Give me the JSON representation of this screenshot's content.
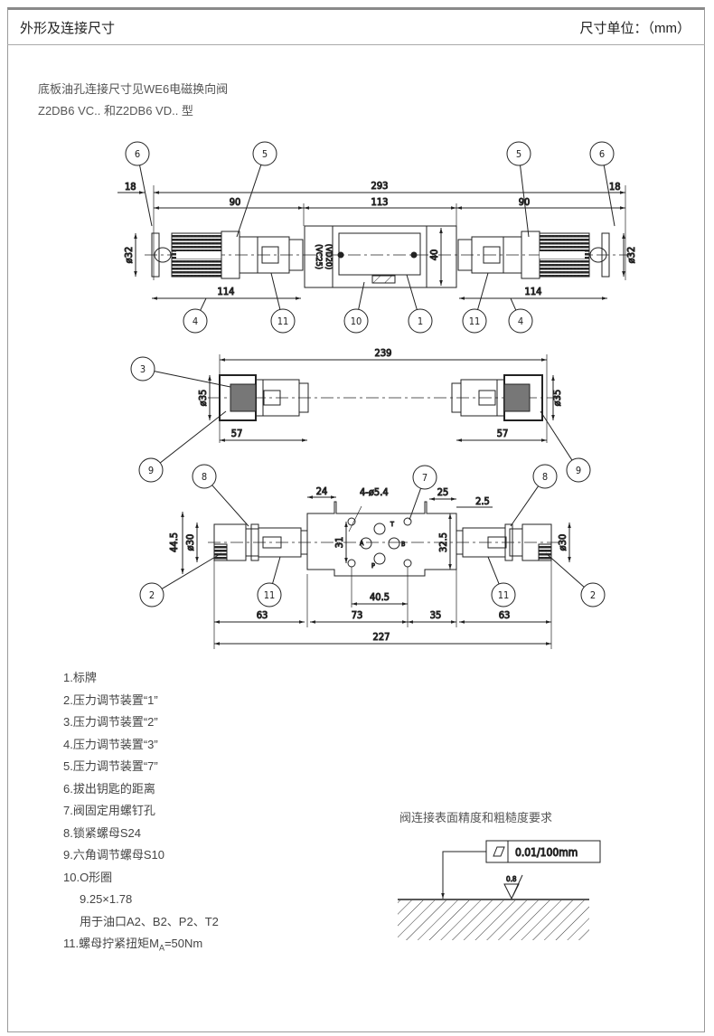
{
  "header": {
    "title": "外形及连接尺寸",
    "unit": "尺寸单位：（mm）"
  },
  "intro": {
    "line1": "底板油孔连接尺寸见WE6电磁换向阀",
    "line2": "Z2DB6 VC.. 和Z2DB6 VD.. 型"
  },
  "drawing": {
    "top_view": {
      "dims": {
        "d18_left": "18",
        "d18_right": "18",
        "d293": "293",
        "d90_left": "90",
        "d113": "113",
        "d90_right": "90",
        "d32_left": "ø32",
        "d32_right": "ø32",
        "d40": "40",
        "d114_left": "114",
        "d114_right": "114"
      },
      "markings": {
        "vc": "(VC25)",
        "vd": "(VD20)"
      }
    },
    "middle_view": {
      "dims": {
        "d239": "239",
        "d35_left": "ø35",
        "d35_right": "ø35",
        "d57_left": "57",
        "d57_right": "57"
      }
    },
    "bottom_view": {
      "dims": {
        "d24": "24",
        "holes": "4-ø5.4",
        "d25": "25",
        "d2_5": "2.5",
        "d44_5": "44.5",
        "d30_left": "ø30",
        "d30_right": "ø30",
        "d31": "31",
        "d32_5": "32.5",
        "d40_5": "40.5",
        "d63_left": "63",
        "d73": "73",
        "d35": "35",
        "d63_right": "63",
        "d227": "227"
      },
      "ports": {
        "a": "A",
        "b": "B",
        "p": "P",
        "t": "T"
      }
    },
    "balloons": {
      "b1": "1",
      "b2": "2",
      "b3": "3",
      "b4": "4",
      "b5": "5",
      "b6": "6",
      "b7": "7",
      "b8": "8",
      "b9": "9",
      "b10": "10",
      "b11": "11"
    }
  },
  "legend": [
    "1.标牌",
    "2.压力调节装置“1”",
    "3.压力调节装置“2”",
    "4.压力调节装置“3”",
    "5.压力调节装置“7”",
    "6.拔出钥匙的距离",
    "7.阀固定用螺钉孔",
    "8.锁紧螺母S24",
    "9.六角调节螺母S10",
    "10.O形圈",
    "9.25×1.78",
    "用于油口A2、B2、P2、T2",
    "11.螺母拧紧扭矩M",
    "A",
    "=50Nm"
  ],
  "surface": {
    "title": "阀连接表面精度和粗糙度要求",
    "flatness": "0.01/100mm",
    "roughness": "0.8"
  }
}
